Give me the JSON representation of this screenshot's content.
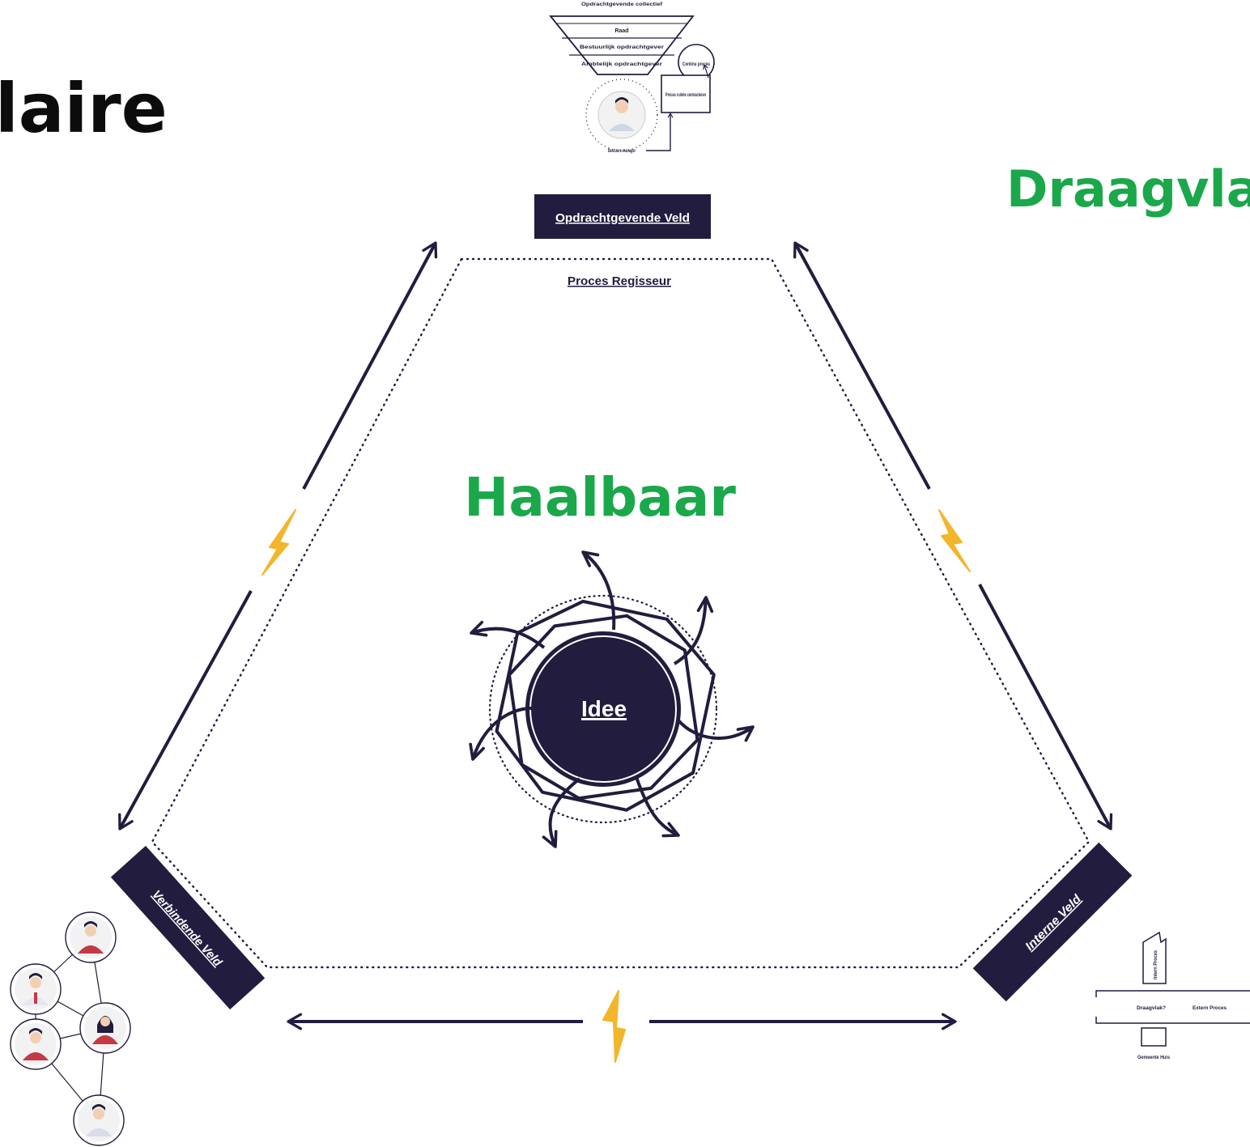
{
  "corner_title": "laire",
  "labels": {
    "top_right": "Draagvla",
    "center": "Haalbaar"
  },
  "fields": {
    "top": "Opdrachtgevende Veld",
    "left": "Verbindende Veld",
    "right": "Interne Veld"
  },
  "process_director": "Proces Regisseur",
  "core": "Idee",
  "funnel": {
    "top_label": "Opdrachtgevende collectief",
    "layers": [
      "Raad",
      "Bestuurlijk opdrachtgever",
      "Ambtelijk opdrachtgever"
    ],
    "bubble": "Continu proces",
    "box": "Proces ruimte contracteren",
    "person": "Bestuurs-manager"
  },
  "house": {
    "vertical": "Intern Proces",
    "row": [
      "Draagvlak?",
      "Extern Proces"
    ],
    "bottom": "Gemeente Huis"
  },
  "colors": {
    "navy": "#221c3e",
    "green": "#1aa84b",
    "bolt": "#f3b52b",
    "person_red": "#c33a46"
  }
}
